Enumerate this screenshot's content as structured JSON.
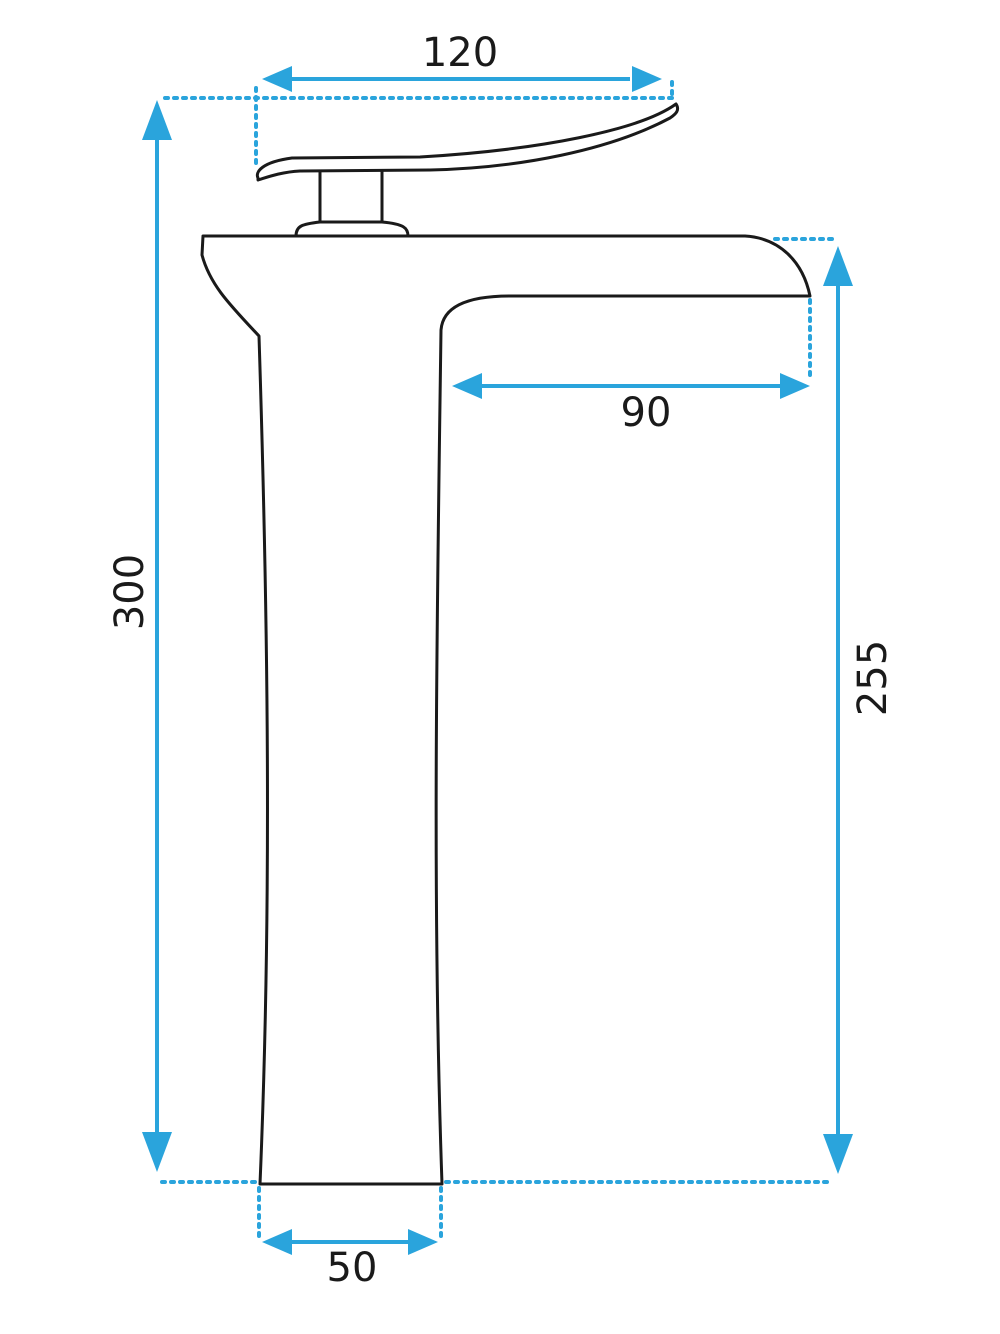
{
  "colors": {
    "dimension": "#2aa4dc",
    "outline": "#1a1a1a",
    "background": "#ffffff"
  },
  "dimensions": {
    "lever_width": "120",
    "spout_reach": "90",
    "total_height": "300",
    "spout_height": "255",
    "base_width": "50"
  }
}
